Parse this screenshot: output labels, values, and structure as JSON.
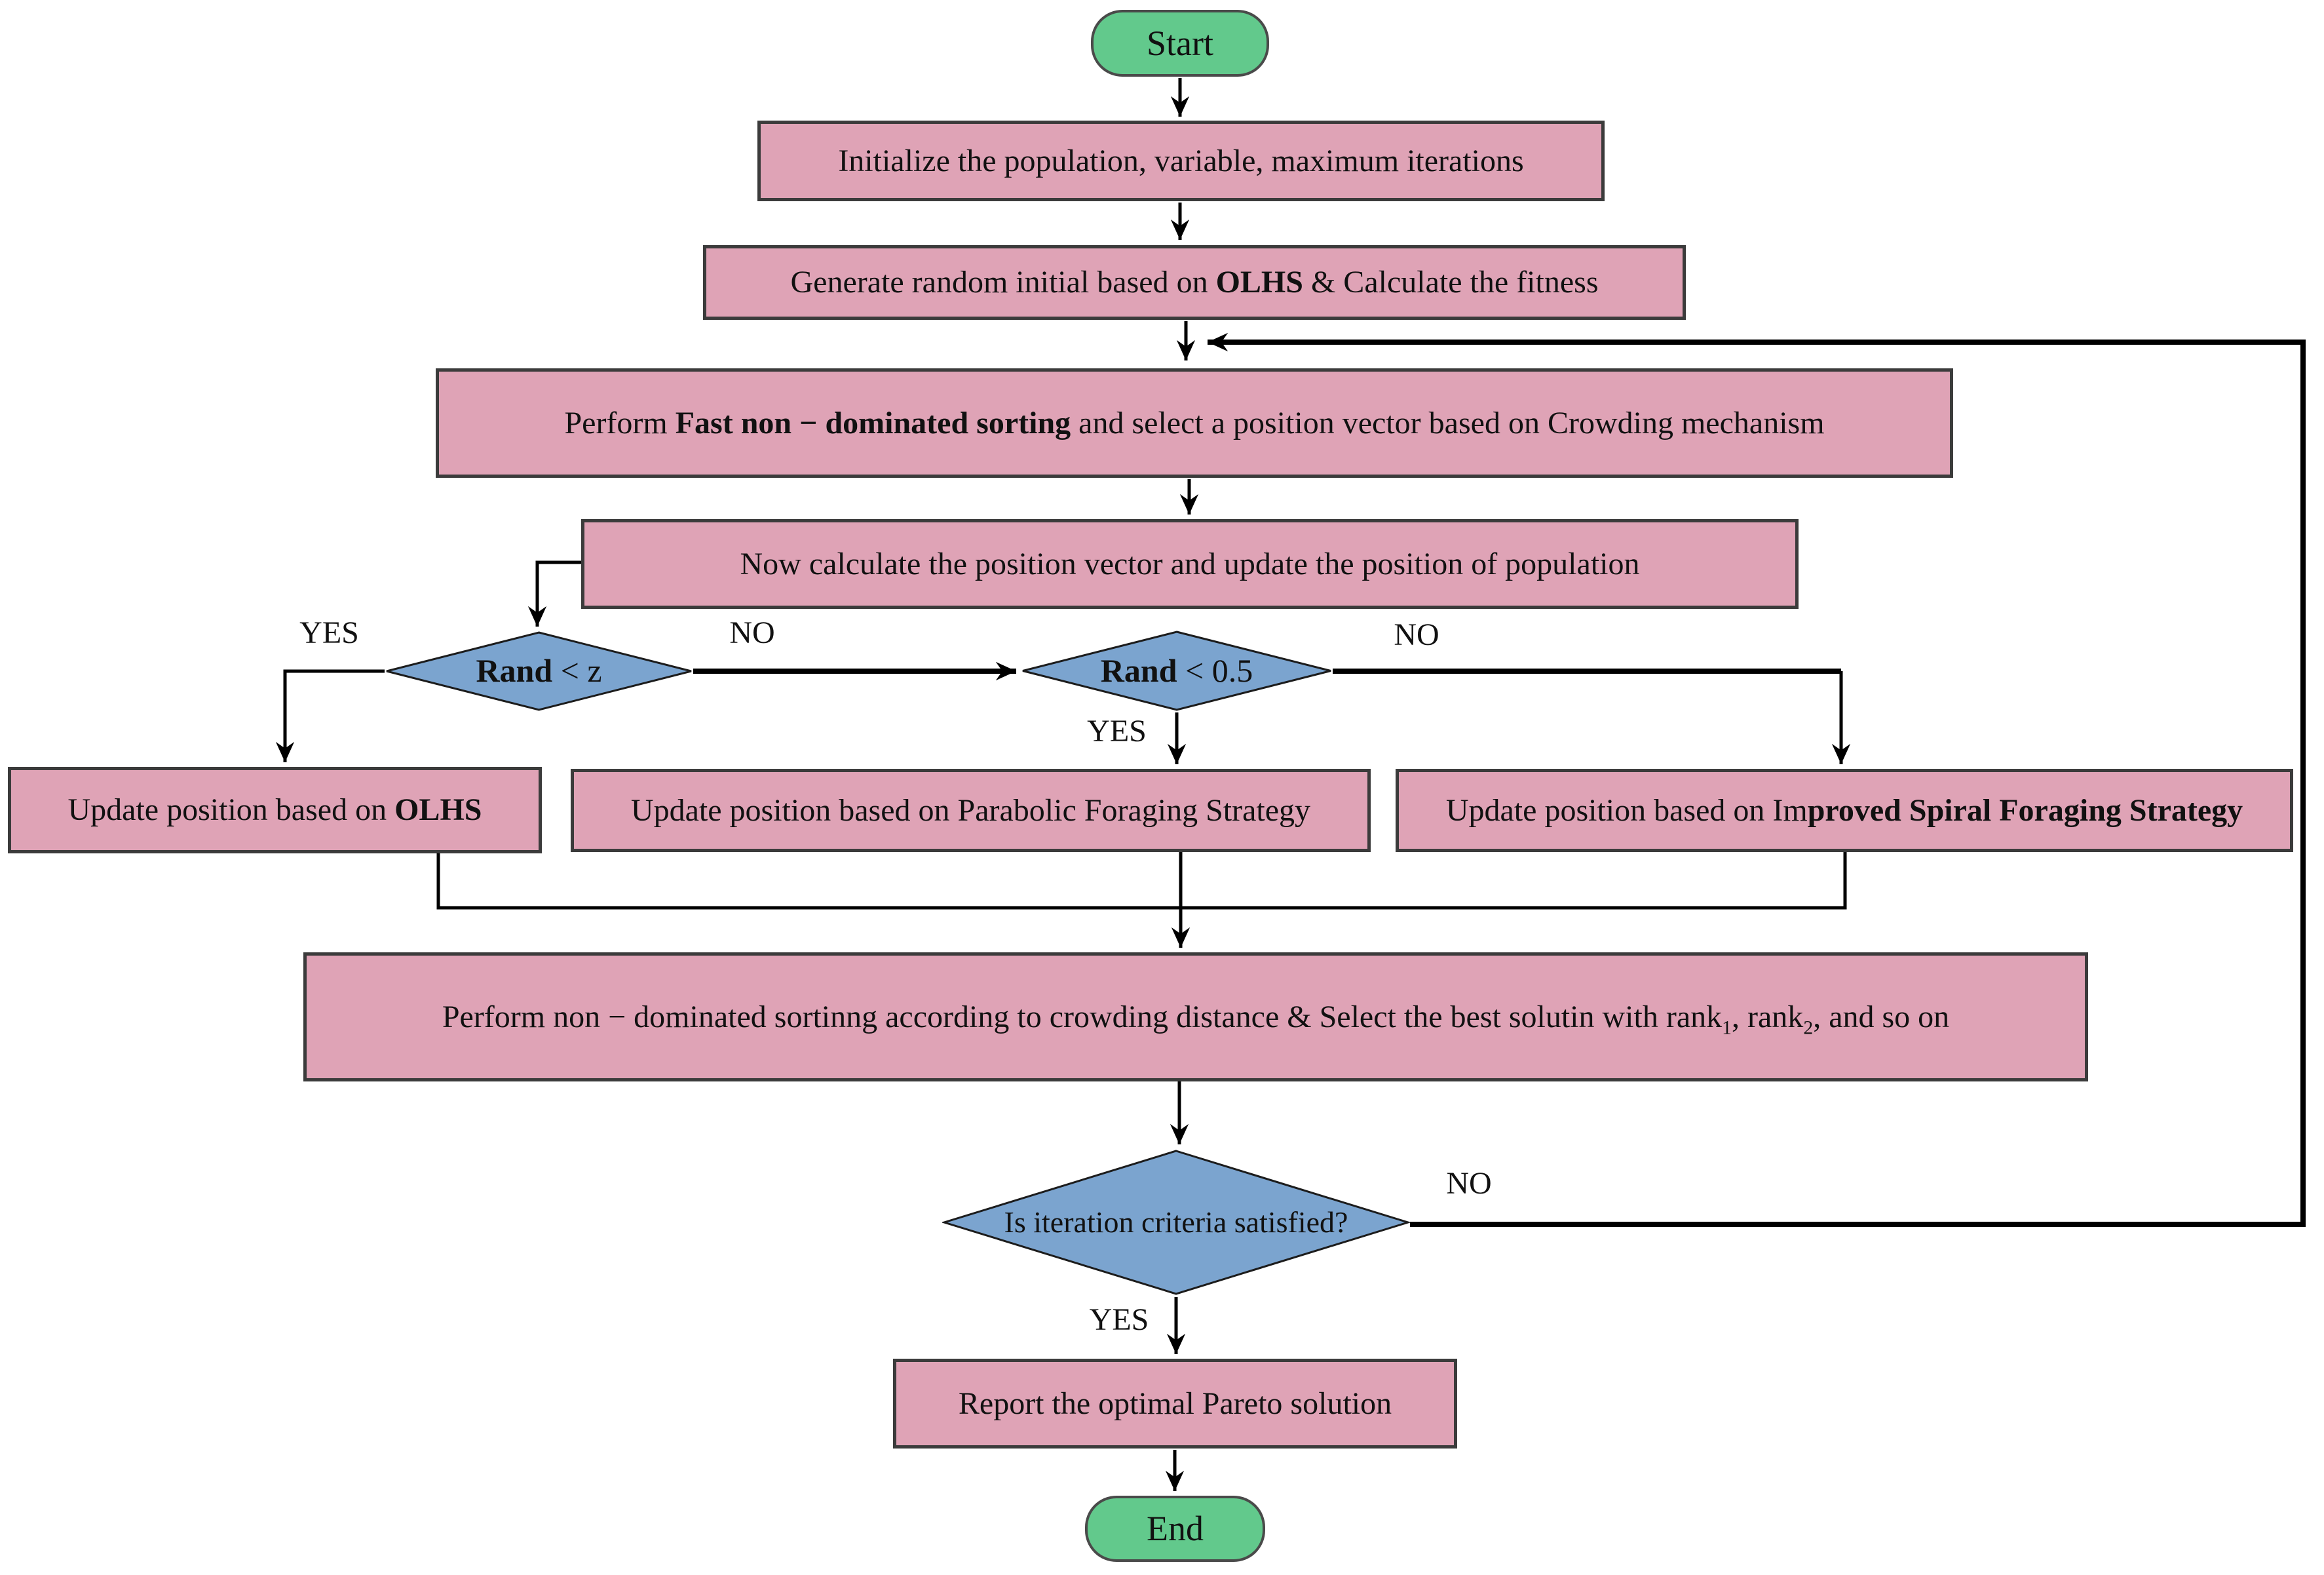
{
  "diagram": {
    "title": "Multi-objective optimization algorithm flowchart",
    "colors": {
      "process_fill": "#dfa3b6",
      "terminal_fill": "#62c98c",
      "decision_fill": "#7ba4cf",
      "shape_border": "#3b3b3b",
      "line": "#000000",
      "background": "#ffffff"
    },
    "nodes": {
      "start": {
        "label": "Start"
      },
      "initialize": {
        "label": "Initialize the population, variable, maximum iterations"
      },
      "generate": {
        "segments": [
          {
            "t": "Generate random initial based on ",
            "s": "n"
          },
          {
            "t": "OLHS",
            "s": "b"
          },
          {
            "t": " & Calculate the fitness",
            "s": "n"
          }
        ]
      },
      "fast_sort": {
        "segments": [
          {
            "t": "Perform ",
            "s": "n"
          },
          {
            "t": "Fast non − dominated sorting",
            "s": "b"
          },
          {
            "t": " and select a position vector based on Crowding mechanism",
            "s": "n"
          }
        ]
      },
      "calc_position": {
        "label": "Now calculate the position vector and update the position of population"
      },
      "rand_z": {
        "segments": [
          {
            "t": "Rand",
            "s": "b"
          },
          {
            "t": " < z",
            "s": "n"
          }
        ]
      },
      "rand_05": {
        "segments": [
          {
            "t": "Rand",
            "s": "b"
          },
          {
            "t": " < 0.5",
            "s": "n"
          }
        ]
      },
      "update_olhs": {
        "segments": [
          {
            "t": "Update position based on ",
            "s": "n"
          },
          {
            "t": "OLHS",
            "s": "b"
          }
        ]
      },
      "update_parabolic": {
        "label": "Update position based on Parabolic Foraging Strategy"
      },
      "update_spiral": {
        "segments": [
          {
            "t": "Update position based on Im",
            "s": "n"
          },
          {
            "t": "proved Spiral Foraging Strategy",
            "s": "b"
          }
        ]
      },
      "non_dominated": {
        "segments": [
          {
            "t": "Perform non − dominated sortinng according to crowding distance & Select the best solutin with rank",
            "s": "n"
          },
          {
            "t": "1",
            "s": "sub"
          },
          {
            "t": ", rank",
            "s": "n"
          },
          {
            "t": "2",
            "s": "sub"
          },
          {
            "t": ", and so on",
            "s": "n"
          }
        ]
      },
      "iteration_check": {
        "label": "Is iteration criteria satisfied?"
      },
      "report": {
        "label": "Report the optimal Pareto solution"
      },
      "end": {
        "label": "End"
      }
    },
    "edge_labels": {
      "rand_z_yes": "YES",
      "rand_z_no": "NO",
      "rand_05_yes": "YES",
      "rand_05_no": "NO",
      "iteration_yes": "YES",
      "iteration_no": "NO"
    }
  }
}
